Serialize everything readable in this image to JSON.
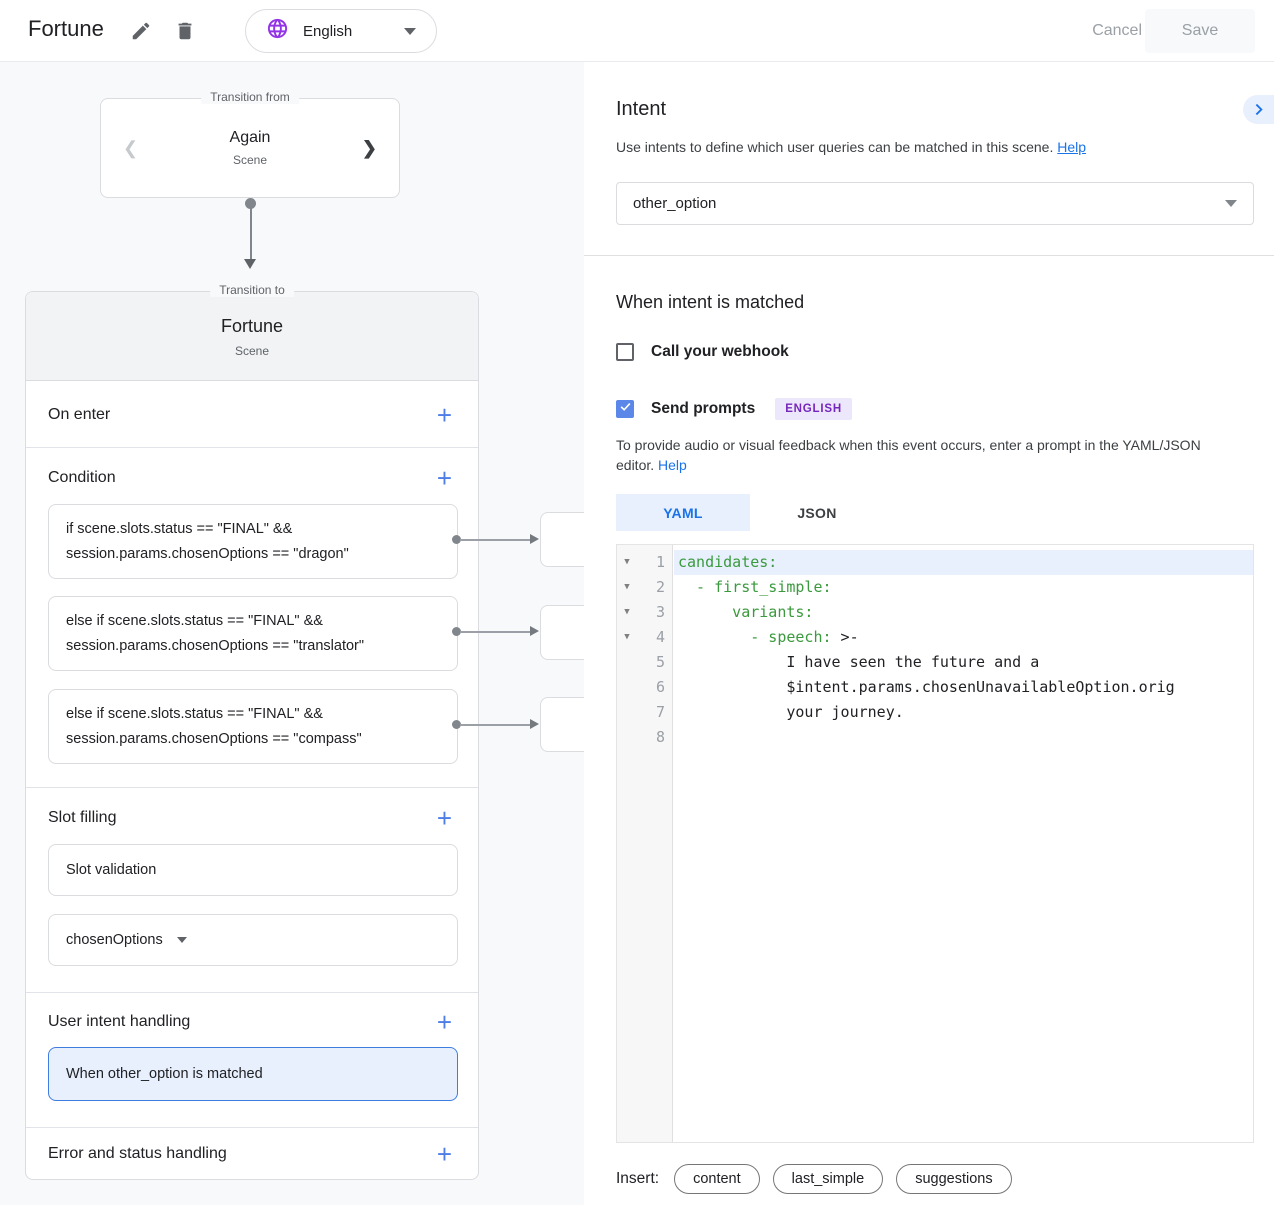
{
  "topbar": {
    "title": "Fortune",
    "language": "English",
    "cancel_label": "Cancel",
    "save_label": "Save"
  },
  "flow": {
    "transition_from": {
      "legend": "Transition from",
      "name": "Again",
      "type": "Scene"
    },
    "scene": {
      "legend": "Transition to",
      "name": "Fortune",
      "type": "Scene",
      "on_enter_label": "On enter",
      "condition_label": "Condition",
      "slot_filling_label": "Slot filling",
      "user_intent_label": "User intent handling",
      "error_label": "Error and status handling",
      "conditions": [
        {
          "line1": "if scene.slots.status == \"FINAL\" &&",
          "line2": "session.params.chosenOptions == \"dragon\""
        },
        {
          "line1": "else if scene.slots.status == \"FINAL\" &&",
          "line2": "session.params.chosenOptions == \"translator\""
        },
        {
          "line1": "else if scene.slots.status == \"FINAL\" &&",
          "line2": "session.params.chosenOptions == \"compass\""
        }
      ],
      "slot_validation_label": "Slot validation",
      "slot_name": "chosenOptions",
      "intent_handler": "When other_option is matched"
    }
  },
  "intent_panel": {
    "title": "Intent",
    "description": "Use intents to define which user queries can be matched in this scene. ",
    "description_help": "Help",
    "selected_intent": "other_option",
    "matched": {
      "title": "When intent is matched",
      "webhook_label": "Call your webhook",
      "prompts_label": "Send prompts",
      "language_badge": "ENGLISH",
      "description": "To provide audio or visual feedback when this event occurs, enter a prompt in the YAML/JSON editor. ",
      "description_help": "Help"
    },
    "tabs": {
      "yaml": "YAML",
      "json": "JSON"
    },
    "editor": {
      "lines": [
        {
          "n": "1",
          "fold": true,
          "highlight": true,
          "parts": [
            {
              "c": "key",
              "t": "candidates:"
            }
          ]
        },
        {
          "n": "2",
          "fold": true,
          "highlight": false,
          "parts": [
            {
              "c": "key",
              "t": "  - first_simple:"
            }
          ]
        },
        {
          "n": "3",
          "fold": true,
          "highlight": false,
          "parts": [
            {
              "c": "key",
              "t": "      variants:"
            }
          ]
        },
        {
          "n": "4",
          "fold": true,
          "highlight": false,
          "parts": [
            {
              "c": "key",
              "t": "        - speech:"
            },
            {
              "c": "plain",
              "t": " >-"
            }
          ]
        },
        {
          "n": "5",
          "fold": false,
          "highlight": false,
          "parts": [
            {
              "c": "plain",
              "t": "            I have seen the future and a"
            }
          ]
        },
        {
          "n": "6",
          "fold": false,
          "highlight": false,
          "parts": [
            {
              "c": "plain",
              "t": "            $intent.params.chosenUnavailableOption.orig"
            }
          ]
        },
        {
          "n": "7",
          "fold": false,
          "highlight": false,
          "parts": [
            {
              "c": "plain",
              "t": "            your journey."
            }
          ]
        },
        {
          "n": "8",
          "fold": false,
          "highlight": false,
          "parts": []
        }
      ]
    },
    "insert": {
      "label": "Insert:",
      "chips": [
        "content",
        "last_simple",
        "suggestions"
      ]
    }
  }
}
